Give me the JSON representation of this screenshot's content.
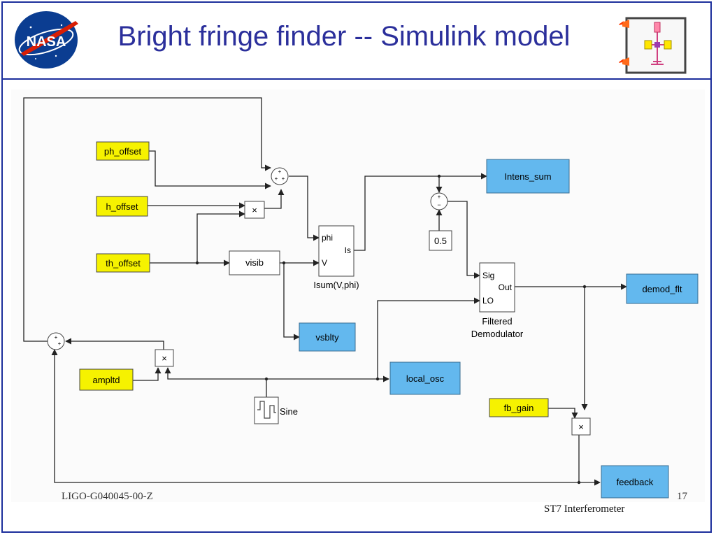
{
  "slide": {
    "title": "Bright fringe finder -- Simulink model",
    "footer_left": "LIGO-G040045-00-Z",
    "footer_center": "ST7  Interferometer",
    "page_number": "17"
  },
  "logos": {
    "nasa_text": "NASA"
  },
  "blocks": {
    "ph_offset": "ph_offset",
    "h_offset": "h_offset",
    "th_offset": "th_offset",
    "ampltd": "ampltd",
    "fb_gain": "fb_gain",
    "visib": "visib",
    "isum_phi": "phi",
    "isum_is": "Is",
    "isum_v": "V",
    "isum_caption": "Isum(V,phi)",
    "const_value": "0.5",
    "demod_sig": "Sig",
    "demod_out": "Out",
    "demod_lo": "LO",
    "demod_caption_1": "Filtered",
    "demod_caption_2": "Demodulator",
    "sine_caption": "Sine",
    "intens_sum": "Intens_sum",
    "demod_flt": "demod_flt",
    "vsblty": "vsblty",
    "local_osc": "local_osc",
    "feedback": "feedback",
    "product_symbol": "×"
  },
  "colors": {
    "slide_blue": "#1c2f9c",
    "title_color": "#2b2f9b",
    "input_block": "#f6f200",
    "output_block": "#63b8ee",
    "wire": "#222222"
  }
}
